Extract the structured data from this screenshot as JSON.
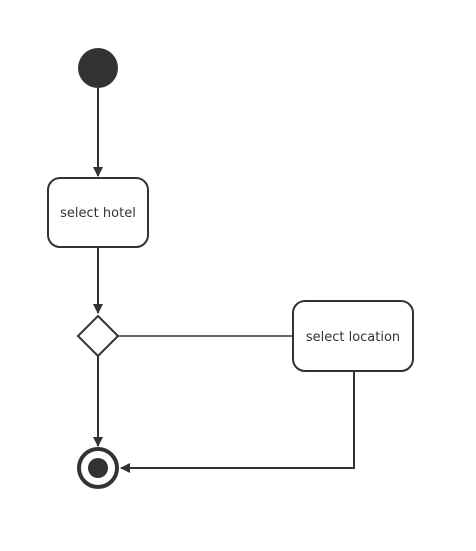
{
  "diagram": {
    "type": "uml-activity",
    "colors": {
      "stroke": "#333333",
      "fill": "#ffffff",
      "text": "#333333"
    },
    "nodes": {
      "start": {
        "kind": "initial-node"
      },
      "select_hotel": {
        "kind": "action",
        "label": "select hotel"
      },
      "decision": {
        "kind": "decision-node"
      },
      "select_location": {
        "kind": "action",
        "label": "select location"
      },
      "end": {
        "kind": "final-node"
      }
    },
    "edges": [
      {
        "from": "start",
        "to": "select_hotel",
        "arrow": true
      },
      {
        "from": "select_hotel",
        "to": "decision",
        "arrow": true
      },
      {
        "from": "decision",
        "to": "select_location",
        "arrow": false
      },
      {
        "from": "decision",
        "to": "end",
        "arrow": true
      },
      {
        "from": "select_location",
        "to": "end",
        "arrow": true
      }
    ]
  }
}
